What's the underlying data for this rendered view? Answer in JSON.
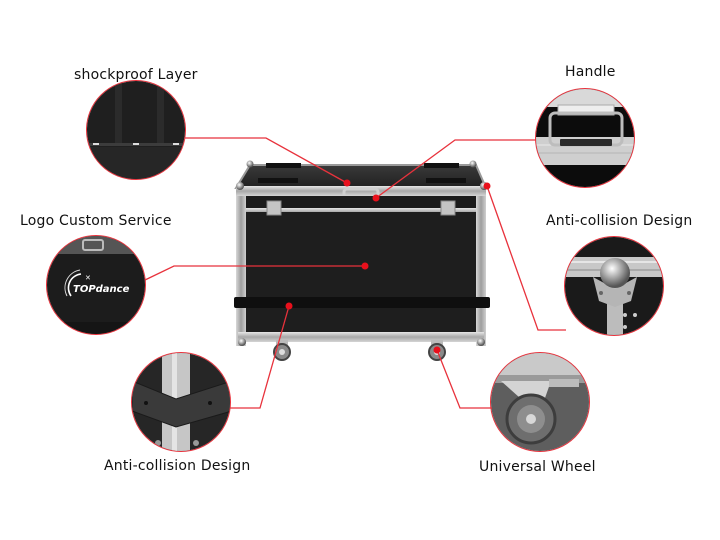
{
  "callouts": [
    {
      "id": "shockproof-layer",
      "label": "shockproof Layer"
    },
    {
      "id": "handle",
      "label": "Handle"
    },
    {
      "id": "logo-custom-service",
      "label": "Logo Custom Service",
      "logo_text": "TOPdance"
    },
    {
      "id": "anti-collision-corner",
      "label": "Anti-collision Design"
    },
    {
      "id": "anti-collision-edge",
      "label": "Anti-collision Design"
    },
    {
      "id": "universal-wheel",
      "label": "Universal Wheel"
    }
  ],
  "colors": {
    "accent": "#e8323c",
    "case_black": "#1e1e1e",
    "aluminum": "#b9b9b9",
    "background": "#ffffff"
  }
}
